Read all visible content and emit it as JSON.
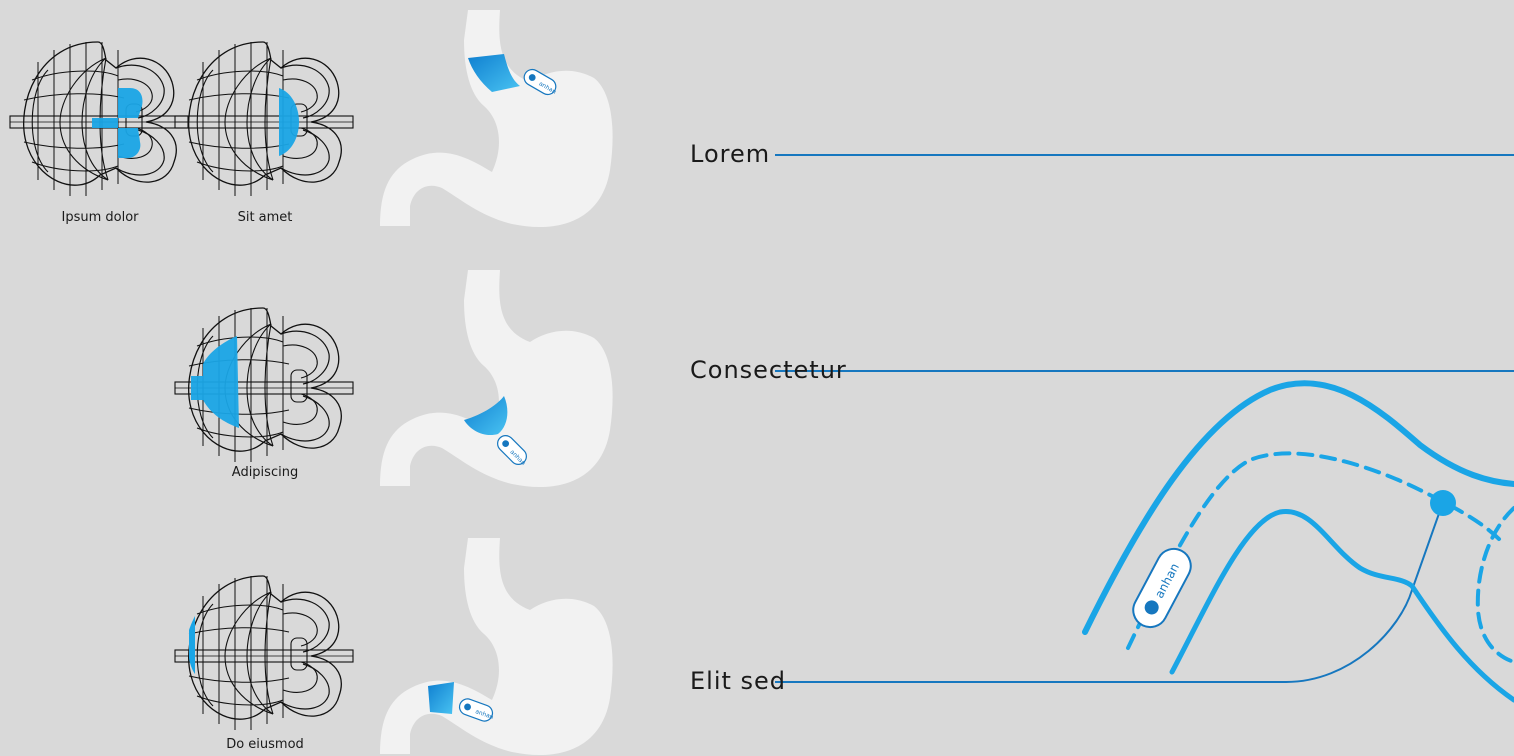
{
  "colors": {
    "accent": "#1aa5e6",
    "accent_dark": "#1677bf",
    "grid": "#111111",
    "stomach_fill": "#f2f2f2",
    "background": "#d9d9d9"
  },
  "rows": [
    {
      "label": "Lorem",
      "captions": [
        "Ipsum dolor",
        "Sit amet"
      ],
      "icon_names": [
        "globe-grid-icon",
        "globe-grid-icon"
      ],
      "capsule_text": "anhan"
    },
    {
      "label": "Consectetur",
      "captions": [
        "Adipiscing"
      ],
      "icon_names": [
        "globe-grid-icon"
      ],
      "capsule_text": "anhan"
    },
    {
      "label": "Elit sed",
      "captions": [
        "Do eiusmod"
      ],
      "icon_names": [
        "globe-grid-icon"
      ],
      "capsule_text": "anhan"
    }
  ],
  "pathway": {
    "capsule_text": "anhan"
  }
}
